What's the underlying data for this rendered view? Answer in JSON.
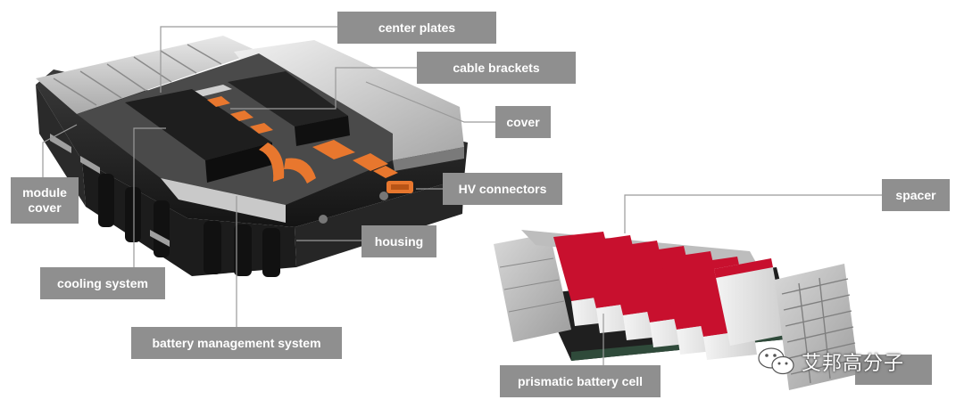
{
  "labels": {
    "center_plates": "center plates",
    "cable_brackets": "cable brackets",
    "cover": "cover",
    "module_cover": "module\ncover",
    "hv_connectors": "HV connectors",
    "housing": "housing",
    "cooling_system": "cooling system",
    "battery_management_system": "battery management system",
    "spacer": "spacer",
    "prismatic_battery_cell": "prismatic battery cell"
  },
  "watermark": {
    "text": "艾邦高分子",
    "icon": "wechat-icon"
  },
  "colors": {
    "label_bg": "#8f8f8f",
    "label_text": "#ffffff",
    "connector_orange": "#e8772e",
    "cell_red": "#c8102e"
  }
}
